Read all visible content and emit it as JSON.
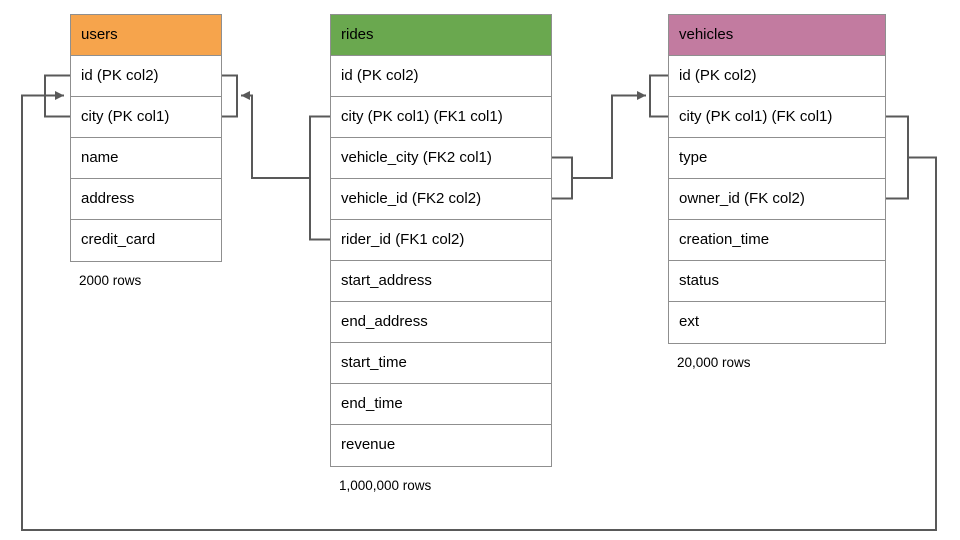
{
  "colors": {
    "users_header": "#F6A44C",
    "rides_header": "#6AA84F",
    "vehicles_header": "#C27BA0",
    "table_border": "#8F8F8F",
    "connector": "#595959"
  },
  "tables": [
    {
      "id": "users",
      "title": "users",
      "rows": [
        "id (PK col2)",
        "city (PK col1)",
        "name",
        "address",
        "credit_card"
      ],
      "row_count_label": "2000 rows"
    },
    {
      "id": "rides",
      "title": "rides",
      "rows": [
        "id (PK col2)",
        "city (PK col1) (FK1 col1)",
        "vehicle_city (FK2 col1)",
        "vehicle_id (FK2 col2)",
        "rider_id (FK1 col2)",
        "start_address",
        "end_address",
        "start_time",
        "end_time",
        "revenue"
      ],
      "row_count_label": "1,000,000 rows"
    },
    {
      "id": "vehicles",
      "title": "vehicles",
      "rows": [
        "id (PK col2)",
        "city (PK col1) (FK col1)",
        "type",
        "owner_id (FK col2)",
        "creation_time",
        "status",
        "ext"
      ],
      "row_count_label": "20,000 rows"
    }
  ],
  "relationships": [
    {
      "name": "rides-to-users",
      "from": "rides (city FK1 col1, rider_id FK1 col2)",
      "to": "users (id, city)"
    },
    {
      "name": "rides-to-vehicles",
      "from": "rides (vehicle_city FK2 col1, vehicle_id FK2 col2)",
      "to": "vehicles (id, city)"
    },
    {
      "name": "vehicles-to-users",
      "from": "vehicles (city FK col1, owner_id FK col2)",
      "to": "users (id, city)"
    }
  ]
}
